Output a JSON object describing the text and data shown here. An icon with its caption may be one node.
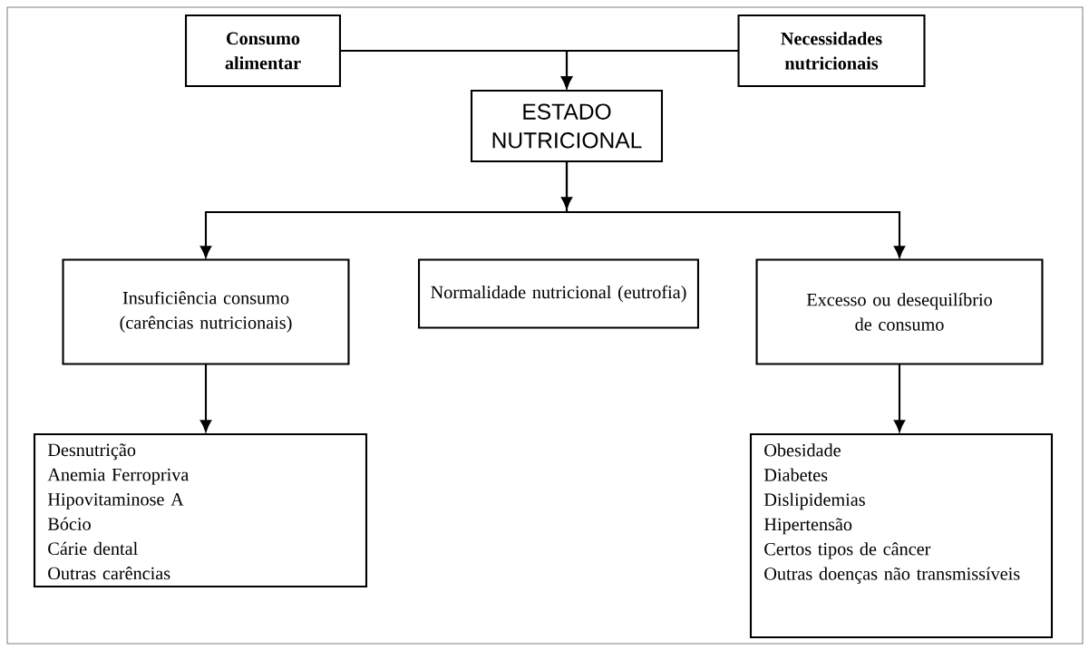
{
  "diagram": {
    "nodes": [
      {
        "text": [
          "Consumo alimentar"
        ]
      },
      {
        "text": [
          "Necessidades nutricionais"
        ]
      },
      {
        "text": [
          "ESTADO NUTRICIONAL"
        ]
      },
      {
        "text": [
          "Insuficiência consumo (carências nutricionais)"
        ]
      },
      {
        "text": [
          "Normalidade nutricional (eutrofia)"
        ]
      },
      {
        "text": [
          "Excesso ou desequilíbrio de consumo"
        ]
      },
      {
        "text": [
          "Desnutrição",
          "Anemia Ferropriva",
          "Hipovitaminose A",
          "Bócio",
          "Cárie dental",
          "Outras carências"
        ]
      },
      {
        "text": [
          "Obesidade",
          "Diabetes",
          "Dislipidemias",
          "Hipertensão",
          "Certos tipos de câncer",
          "Outras doenças não transmissíveis"
        ]
      }
    ],
    "edges": [
      {
        "from": 0,
        "to": 2,
        "arrow": "to"
      },
      {
        "from": 1,
        "to": 2,
        "arrow": "to"
      },
      {
        "from": 2,
        "to": 3,
        "arrow": "to"
      },
      {
        "from": 2,
        "to": 5,
        "arrow": "to"
      },
      {
        "from": 3,
        "to": 6,
        "arrow": "to"
      },
      {
        "from": 5,
        "to": 7,
        "arrow": "to"
      }
    ]
  }
}
